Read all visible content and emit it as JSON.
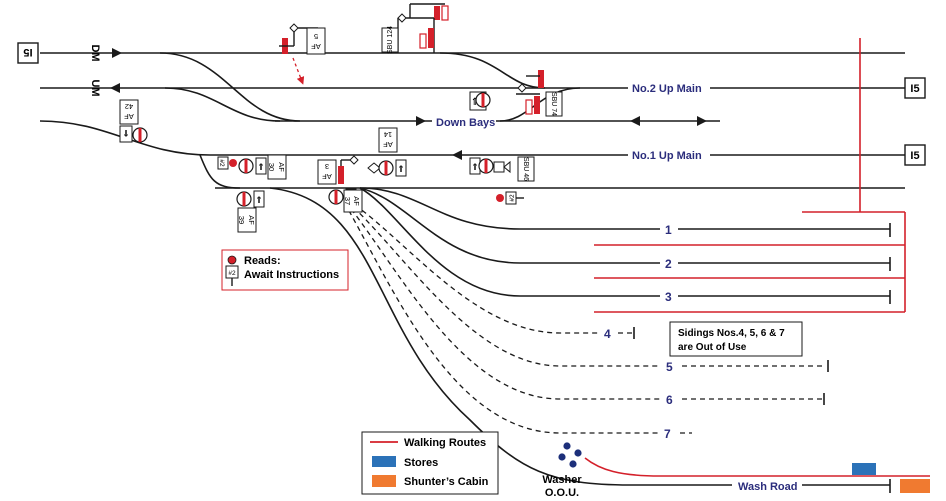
{
  "diagram": {
    "end_markers": {
      "left_top": "I5",
      "right_upmain": "I5",
      "right_no1": "I5"
    },
    "line_labels": {
      "dm": "DM",
      "um": "UM"
    },
    "tracks": {
      "no2_up_main": "No.2 Up Main",
      "down_bays": "Down Bays",
      "no1_up_main": "No.1 Up Main",
      "wash_road": "Wash Road"
    },
    "sidings": [
      {
        "number": "1"
      },
      {
        "number": "2"
      },
      {
        "number": "3"
      },
      {
        "number": "4"
      },
      {
        "number": "5"
      },
      {
        "number": "6"
      },
      {
        "number": "7"
      }
    ],
    "note_out_of_use": {
      "line1": "Sidings Nos.4, 5, 6 & 7",
      "line2": "are Out of Use"
    },
    "washer": {
      "line1": "Washer",
      "line2": "O.O.U."
    },
    "signals": {
      "af5": {
        "line1": "AF",
        "line2": "5"
      },
      "sbu124": "SBU 124",
      "sbu74": "SBU 74",
      "af42": {
        "line1": "AF",
        "line2": "42"
      },
      "af14": {
        "line1": "AF",
        "line2": "14"
      },
      "af30": {
        "line1": "AF",
        "line2": "30"
      },
      "af3": {
        "line1": "AF",
        "line2": "3"
      },
      "sbu46": "SBU 46",
      "af39": {
        "line1": "AF",
        "line2": "39"
      },
      "af37": {
        "line1": "AF",
        "line2": "37"
      },
      "plate_a": "#2",
      "plate_b": "#2"
    },
    "reads_note": {
      "line1": "Reads:",
      "line2": "Await Instructions",
      "plate": "#2"
    },
    "legend": {
      "walking_routes": "Walking Routes",
      "stores": "Stores",
      "shunters_cabin": "Shunter’s Cabin"
    },
    "colors": {
      "track": "#1a1a1a",
      "walking_route": "#d4202a",
      "label": "#2b2d7c",
      "stores": "#2b72b8",
      "shunters_cabin": "#f07a30",
      "washer": "#1c2f7a"
    }
  }
}
